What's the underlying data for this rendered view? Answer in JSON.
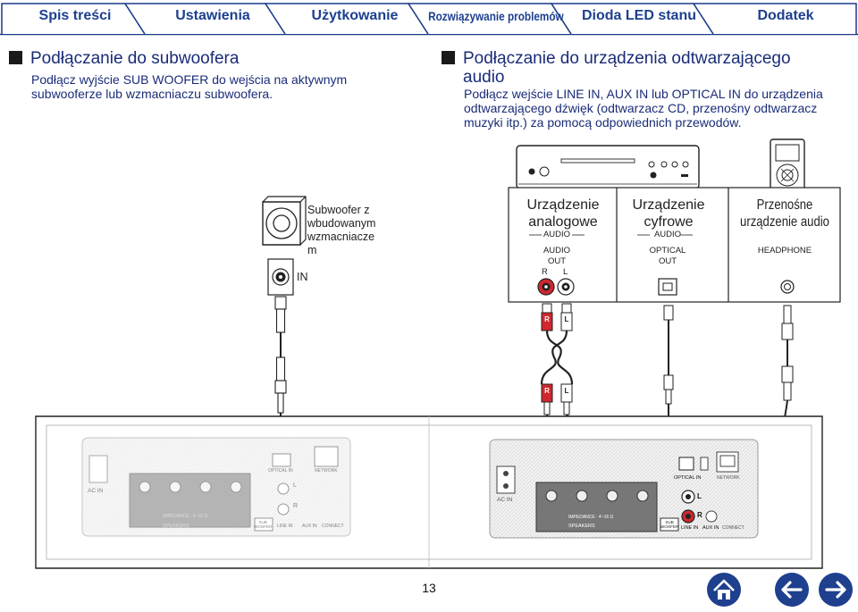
{
  "tabs": [
    {
      "label": "Spis treści",
      "active": true
    },
    {
      "label": "Ustawienia",
      "active": false
    },
    {
      "label": "Użytkowanie",
      "active": false
    },
    {
      "label": "Rozwiązywanie problemów",
      "active": false
    },
    {
      "label": "Dioda LED stanu",
      "active": false
    },
    {
      "label": "Dodatek",
      "active": false
    }
  ],
  "section_subwoofer": {
    "title": "Podłączanie do subwoofera",
    "text_line1": "Podłącz wyjście SUB WOOFER do wejścia na aktywnym",
    "text_line2": "subwooferze lub wzmacniaczu subwoofera."
  },
  "section_audio": {
    "title_line1": "Podłączanie do urządzenia odtwarzającego",
    "title_line2": "audio",
    "text_line1": "Podłącz wejście LINE IN, AUX IN lub OPTICAL IN do urządzenia",
    "text_line2": "odtwarzającego dźwięk (odtwarzacz CD, przenośny odtwarzacz",
    "text_line3": "muzyki itp.) za pomocą odpowiednich przewodów."
  },
  "diagram": {
    "subwoofer": {
      "label_line1": "Subwoofer z",
      "label_line2": "wbudowanym",
      "label_line3": "wzmacniacze",
      "label_line4": "m",
      "input_label": "IN"
    },
    "analog_device": {
      "title_line1": "Urządzenie",
      "title_line2": "analogowe",
      "group_label": "AUDIO",
      "port_line1": "AUDIO",
      "port_line2": "OUT",
      "right_label": "R",
      "left_label": "L"
    },
    "digital_device": {
      "title_line1": "Urządzenie",
      "title_line2": "cyfrowe",
      "group_label": "AUDIO",
      "port_line1": "OPTICAL",
      "port_line2": "OUT"
    },
    "portable_device": {
      "title_line1": "Przenośne",
      "title_line2": "urządzenie audio",
      "port_label": "HEADPHONE"
    },
    "plug_labels": {
      "right": "R",
      "left": "L"
    },
    "receiver_left": {
      "ac_in": "AC IN",
      "speakers": "SPEAKERS",
      "impedance": "IMPEDANCE : 4~16 Ω",
      "sub_woofer_line1": "SUB",
      "sub_woofer_line2": "WOOFER",
      "line_in": "LINE IN",
      "aux_in": "AUX IN",
      "optical_in": "OPTICAL IN",
      "network": "NETWORK",
      "connect": "CONNECT",
      "right_label": "R",
      "left_label": "L"
    },
    "receiver_right": {
      "ac_in": "AC IN",
      "speakers": "SPEAKERS",
      "impedance": "IMPEDANCE : 4~16 Ω",
      "sub_woofer_line1": "SUB",
      "sub_woofer_line2": "WOOFER",
      "line_in": "LINE IN",
      "aux_in": "AUX IN",
      "optical_in": "OPTICAL IN",
      "network": "NETWORK",
      "connect": "CONNECT",
      "right_label": "R",
      "left_label": "L"
    }
  },
  "page_number": "13",
  "colors": {
    "accent": "#1d3f8f",
    "tab_border": "#1a3a8a",
    "dark_text": "#1a2c78",
    "rca_red": "#d0282e"
  },
  "icons": {
    "home": "home-icon",
    "back": "arrow-left-icon",
    "forward": "arrow-right-icon"
  }
}
